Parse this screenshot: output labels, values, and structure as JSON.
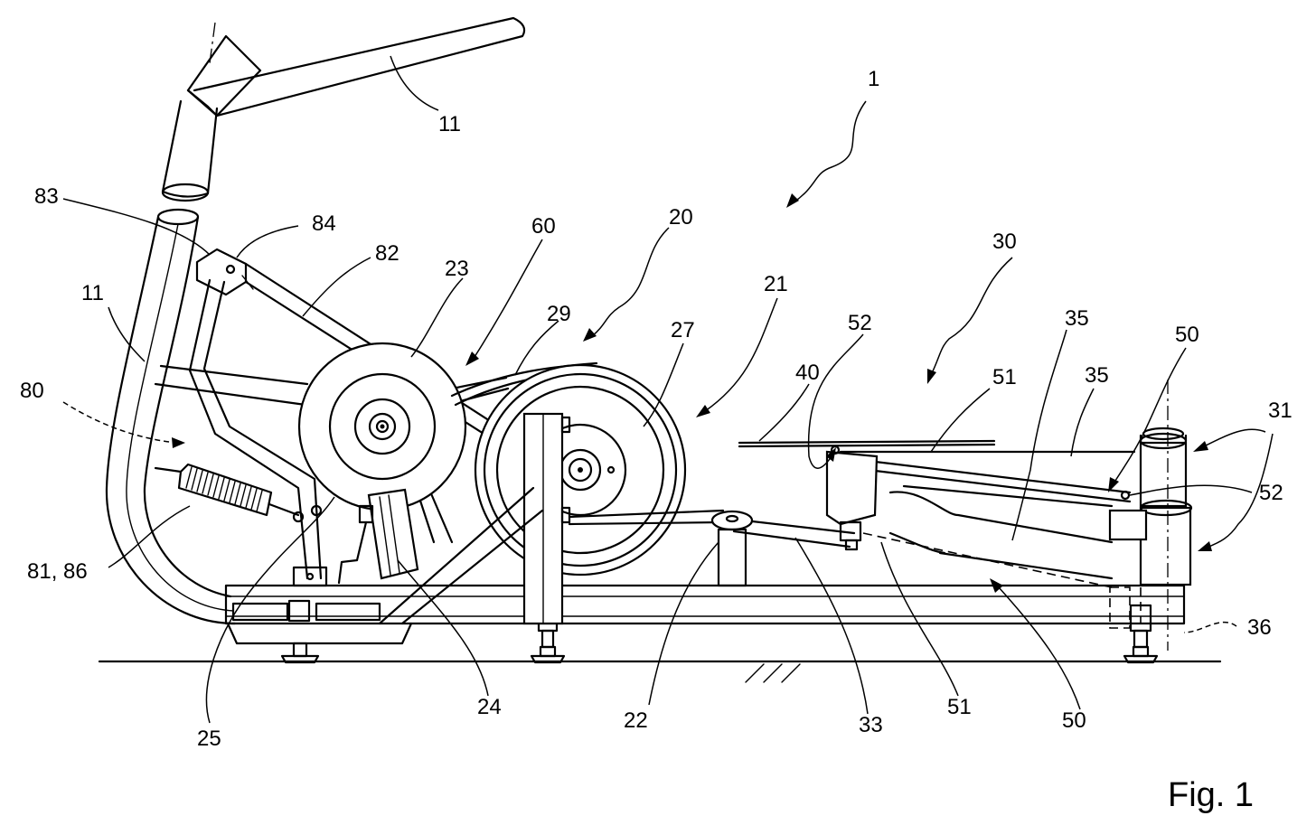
{
  "figure": {
    "caption": "Fig. 1",
    "ref_labels": [
      {
        "id": "1",
        "text": "1"
      },
      {
        "id": "11a",
        "text": "11"
      },
      {
        "id": "11b",
        "text": "11"
      },
      {
        "id": "20",
        "text": "20"
      },
      {
        "id": "21",
        "text": "21"
      },
      {
        "id": "22",
        "text": "22"
      },
      {
        "id": "23",
        "text": "23"
      },
      {
        "id": "24",
        "text": "24"
      },
      {
        "id": "25",
        "text": "25"
      },
      {
        "id": "27",
        "text": "27"
      },
      {
        "id": "29",
        "text": "29"
      },
      {
        "id": "30",
        "text": "30"
      },
      {
        "id": "31",
        "text": "31"
      },
      {
        "id": "33",
        "text": "33"
      },
      {
        "id": "35a",
        "text": "35"
      },
      {
        "id": "35b",
        "text": "35"
      },
      {
        "id": "36",
        "text": "36"
      },
      {
        "id": "40",
        "text": "40"
      },
      {
        "id": "50a",
        "text": "50"
      },
      {
        "id": "50b",
        "text": "50"
      },
      {
        "id": "51a",
        "text": "51"
      },
      {
        "id": "51b",
        "text": "51"
      },
      {
        "id": "52a",
        "text": "52"
      },
      {
        "id": "52b",
        "text": "52"
      },
      {
        "id": "60",
        "text": "60"
      },
      {
        "id": "80",
        "text": "80"
      },
      {
        "id": "8186",
        "text": "81, 86"
      },
      {
        "id": "82",
        "text": "82"
      },
      {
        "id": "83",
        "text": "83"
      },
      {
        "id": "84",
        "text": "84"
      }
    ]
  }
}
